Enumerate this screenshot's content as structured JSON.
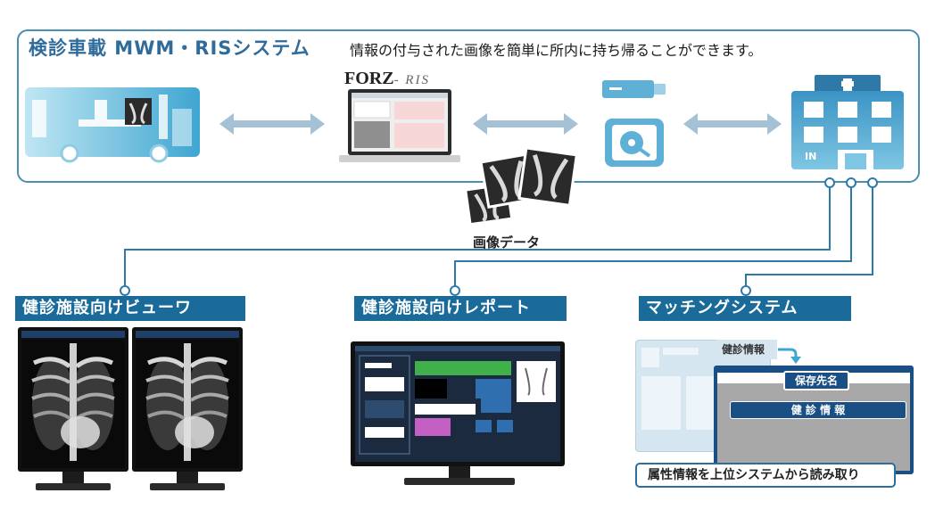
{
  "header": {
    "title": "検診車載 MWM・RISシステム",
    "subtitle": "情報の付与された画像を簡単に所内に持ち帰ることができます。"
  },
  "forz": {
    "brand": "FORZ",
    "suffix": "- RIS"
  },
  "hospital": {
    "entrance_label": "IN"
  },
  "image_data_label": "画像データ",
  "sections": {
    "viewer": "健診施設向けビューワ",
    "report": "健診施設向けレポート",
    "matching": "マッチングシステム"
  },
  "matching": {
    "back_card_title": "健診情報",
    "front_card_title": "保存先名",
    "front_card_banner": "健 診 情 報",
    "caption": "属性情報を上位システムから読み取り"
  },
  "colors": {
    "accent": "#1a6b9a",
    "frame": "#4b8fb0",
    "arrow": "#a5c1d6",
    "connector": "#2f79a8"
  }
}
